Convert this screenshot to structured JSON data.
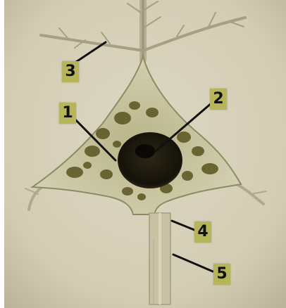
{
  "image": {
    "palette": {
      "background": "#d8d2bb",
      "cell_body": "#c9c7a0",
      "nucleus": "#1f1b12",
      "granules": "#5a5420",
      "callout_fill": "#b7b55a"
    }
  },
  "labels": [
    {
      "id": "label-1",
      "text": "1"
    },
    {
      "id": "label-2",
      "text": "2"
    },
    {
      "id": "label-3",
      "text": "3"
    },
    {
      "id": "label-4",
      "text": "4"
    },
    {
      "id": "label-5",
      "text": "5"
    }
  ]
}
